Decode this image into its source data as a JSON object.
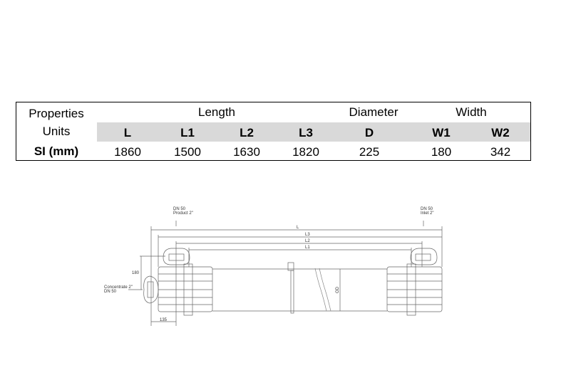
{
  "table": {
    "row_labels": {
      "properties": "Properties",
      "units": "Units",
      "si": "SI (mm)"
    },
    "groups": {
      "length": "Length",
      "diameter": "Diameter",
      "width": "Width"
    },
    "columns": [
      "L",
      "L1",
      "L2",
      "L3",
      "D",
      "W1",
      "W2"
    ],
    "si_values": [
      "1860",
      "1500",
      "1630",
      "1820",
      "225",
      "180",
      "342"
    ]
  },
  "drawing": {
    "product_dn": "DN 50",
    "product_label": "Product 2\"",
    "inlet_dn": "DN 50",
    "inlet_label": "Inlet 2\"",
    "concentrate_label": "Concentrate 2\"",
    "concentrate_dn": "DN 50",
    "dim_L": "L",
    "dim_L3": "L3",
    "dim_L2": "L2",
    "dim_L1": "L1",
    "dim_180": "180",
    "dim_135": "135",
    "dim_OD": "OD"
  }
}
